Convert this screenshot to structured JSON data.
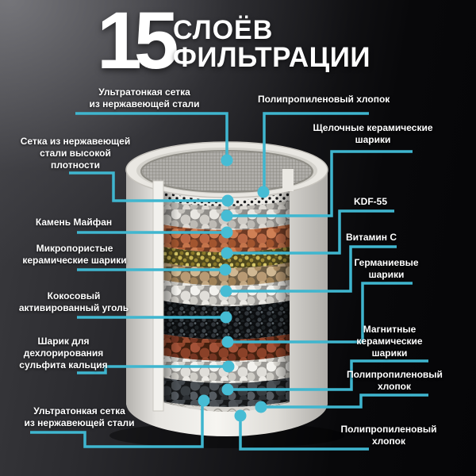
{
  "title": {
    "number": "15",
    "line1": "СЛОЁВ",
    "line2": "ФИЛЬТРАЦИИ"
  },
  "accent_color": "#3fb6cf",
  "labels": {
    "left": [
      {
        "text": "Ультратонкая сетка\nиз нержавеющей стали"
      },
      {
        "text": "Сетка из нержавеющей\nстали высокой\nплотности"
      },
      {
        "text": "Камень Майфан"
      },
      {
        "text": "Микропористые\nкерамические шарики"
      },
      {
        "text": "Кокосовый\nактивированный уголь"
      },
      {
        "text": "Шарик для\nдехлорирования\nсульфита кальция"
      },
      {
        "text": "Ультратонкая сетка\nиз нержавеющей стали"
      }
    ],
    "right": [
      {
        "text": "Полипропиленовый хлопок"
      },
      {
        "text": "Щелочные керамические\nшарики"
      },
      {
        "text": "KDF-55"
      },
      {
        "text": "Витамин C"
      },
      {
        "text": "Германиевые\nшарики"
      },
      {
        "text": "Магнитные\nкерамические\nшарики"
      },
      {
        "text": "Полипропиленовый\nхлопок"
      },
      {
        "text": "Полипропиленовый\nхлопок"
      }
    ]
  },
  "filter_layers": [
    {
      "name": "Ультратонкая сетка из нержавеющей стали",
      "color": "#b0aeaa"
    },
    {
      "name": "Полипропиленовый хлопок",
      "color": "#edebe6"
    },
    {
      "name": "Сетка из нержавеющей стали высокой плотности",
      "color": "#17181a"
    },
    {
      "name": "Щелочные керамические шарики",
      "color": "#e9e7e2"
    },
    {
      "name": "Камень Майфан",
      "color": "#cf8055"
    },
    {
      "name": "KDF-55",
      "color": "#c8b553"
    },
    {
      "name": "Микропористые керамические шарики",
      "color": "#d0b893"
    },
    {
      "name": "Витамин C",
      "color": "#f3f2ee"
    },
    {
      "name": "Кокосовый активированный уголь",
      "color": "#1e2326"
    },
    {
      "name": "Германиевые шарики",
      "color": "#a35238"
    },
    {
      "name": "Шарик для дехлорирования сульфита кальция",
      "color": "#e0ded9"
    },
    {
      "name": "Магнитные керамические шарики",
      "color": "#4c5156"
    },
    {
      "name": "Полипропиленовый хлопок",
      "color": "#d7d5d0"
    },
    {
      "name": "Ультратонкая сетка из нержавеющей стали",
      "color": "#a4a19a"
    },
    {
      "name": "Полипропиленовый хлопок",
      "color": "#edebe6"
    }
  ]
}
